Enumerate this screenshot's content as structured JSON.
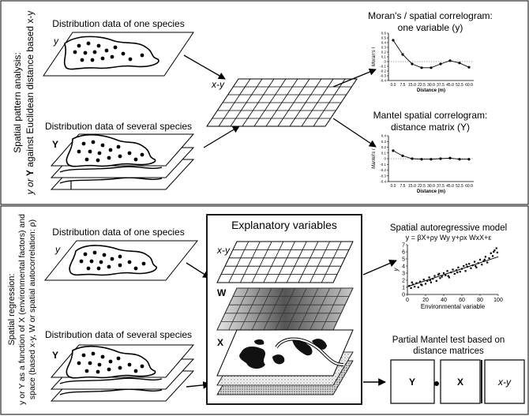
{
  "top": {
    "side_label_1": "Spatial pattern analysis:",
    "side_label_2a": "y or ",
    "side_label_2b": "Y",
    "side_label_2c": " against Euclidean distance based x-y",
    "one_species": "Distribution data of one species",
    "several_species": "Distribution data of several species",
    "var_y": "y",
    "var_Y": "Y",
    "grid_label": "x-y",
    "moran_title_1": "Moran's / spatial correlogram:",
    "moran_title_2": "one variable (y)",
    "moran_ylabel": "Moran's I",
    "moran_xlabel": "Distance (m)",
    "mantel_title_1": "Mantel spatial correlogram:",
    "mantel_title_2": "distance matrix (Y)",
    "mantel_ylabel": "Mantel's r",
    "mantel_xlabel": "Distance (m)"
  },
  "bottom": {
    "side_label_1": "Spatial regression:",
    "side_label_2": "y or Y as a function of X (environmental factors) and",
    "side_label_3": "space (based x-y, W or spatial autocorrelation: ρ)",
    "one_species": "Distribution data of one species",
    "several_species": "Distribution data of several species",
    "var_y": "y",
    "var_Y": "Y",
    "explanatory_title": "Explanatory variables",
    "layer_xy": "x-y",
    "layer_W": "W",
    "layer_X": "X",
    "sar_title": "Spatial autoregressive model",
    "sar_formula": "y = βX+ρy Wy y+ρx WxX+ε",
    "sar_ylabel": "y",
    "sar_xlabel": "Environmental variable",
    "pmt_title_1": "Partial Mantel test based on",
    "pmt_title_2": "distance matrices",
    "pmt_Y": "Y",
    "pmt_X": "X",
    "pmt_xy": "x-y"
  },
  "chart_data": [
    {
      "type": "line",
      "title": "Moran's / spatial correlogram: one variable (y)",
      "xlabel": "Distance (m)",
      "ylabel": "Moran's I",
      "x": [
        0.0,
        7.5,
        15.0,
        22.5,
        30.0,
        37.5,
        45.0,
        52.5,
        60.0
      ],
      "y": [
        0.45,
        0.15,
        -0.05,
        -0.13,
        -0.13,
        -0.05,
        0.02,
        -0.03,
        -0.12
      ],
      "ylim": [
        -0.4,
        0.6
      ],
      "yticks": [
        -0.4,
        -0.3,
        -0.2,
        -0.1,
        0,
        0.1,
        0.2,
        0.3,
        0.4,
        0.5,
        0.6
      ],
      "xticks": [
        "0.0",
        "7.5",
        "15.0",
        "22.5",
        "30.0",
        "37.5",
        "45.0",
        "52.5",
        "60.0"
      ]
    },
    {
      "type": "line",
      "title": "Mantel spatial correlogram: distance matrix (Y)",
      "xlabel": "Distance (m)",
      "ylabel": "Mantel's r",
      "x": [
        0.0,
        7.5,
        15.0,
        22.5,
        30.0,
        37.5,
        45.0,
        52.5,
        60.0
      ],
      "y": [
        0.14,
        0.05,
        0.0,
        -0.01,
        -0.01,
        0.0,
        0.01,
        -0.01,
        -0.01
      ],
      "ylim": [
        -0.4,
        0.4
      ],
      "yticks": [
        -0.4,
        -0.3,
        -0.2,
        -0.1,
        0,
        0.1,
        0.2,
        0.3,
        0.4
      ],
      "xticks": [
        "0.0",
        "7.5",
        "15.0",
        "22.5",
        "30.0",
        "37.5",
        "45.0",
        "52.5",
        "60.0"
      ]
    },
    {
      "type": "scatter",
      "title": "Spatial autoregressive model",
      "xlabel": "Environmental variable",
      "ylabel": "y",
      "xlim": [
        0,
        100
      ],
      "ylim": [
        0,
        7
      ],
      "xticks": [
        0,
        20,
        40,
        60,
        80,
        100
      ],
      "yticks": [
        0,
        1,
        2,
        3,
        4,
        5,
        6,
        7
      ],
      "trend": [
        [
          0,
          1.1
        ],
        [
          100,
          5.3
        ]
      ],
      "points": [
        [
          2,
          1.2
        ],
        [
          4,
          0.9
        ],
        [
          6,
          1.4
        ],
        [
          8,
          1.1
        ],
        [
          10,
          1.6
        ],
        [
          12,
          1.0
        ],
        [
          14,
          1.8
        ],
        [
          16,
          1.3
        ],
        [
          18,
          2.1
        ],
        [
          20,
          1.5
        ],
        [
          22,
          1.9
        ],
        [
          24,
          2.4
        ],
        [
          26,
          1.7
        ],
        [
          28,
          2.2
        ],
        [
          30,
          2.6
        ],
        [
          32,
          1.9
        ],
        [
          34,
          2.8
        ],
        [
          36,
          2.3
        ],
        [
          38,
          2.5
        ],
        [
          40,
          3.0
        ],
        [
          42,
          2.7
        ],
        [
          44,
          3.3
        ],
        [
          46,
          2.4
        ],
        [
          48,
          3.1
        ],
        [
          50,
          3.5
        ],
        [
          52,
          2.9
        ],
        [
          54,
          3.4
        ],
        [
          56,
          3.8
        ],
        [
          58,
          3.2
        ],
        [
          60,
          3.6
        ],
        [
          62,
          4.0
        ],
        [
          64,
          3.3
        ],
        [
          66,
          3.9
        ],
        [
          68,
          4.3
        ],
        [
          70,
          3.7
        ],
        [
          72,
          4.1
        ],
        [
          74,
          4.6
        ],
        [
          76,
          3.8
        ],
        [
          78,
          4.4
        ],
        [
          80,
          4.9
        ],
        [
          82,
          4.2
        ],
        [
          84,
          4.7
        ],
        [
          86,
          5.3
        ],
        [
          88,
          4.5
        ],
        [
          90,
          5.1
        ],
        [
          92,
          5.8
        ],
        [
          94,
          5.4
        ],
        [
          96,
          6.2
        ],
        [
          98,
          6.5
        ],
        [
          99,
          5.9
        ],
        [
          5,
          1.7
        ],
        [
          15,
          1.4
        ],
        [
          25,
          2.0
        ],
        [
          35,
          2.9
        ],
        [
          45,
          2.6
        ],
        [
          55,
          3.1
        ],
        [
          65,
          4.2
        ],
        [
          75,
          4.0
        ],
        [
          85,
          4.9
        ],
        [
          95,
          6.0
        ]
      ]
    }
  ]
}
